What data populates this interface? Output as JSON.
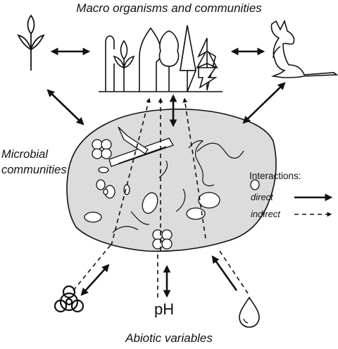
{
  "titles": {
    "macro": "Macro organisms and communities",
    "microbial_line1": "Microbial",
    "microbial_line2": "communities",
    "abiotic": "Abiotic  variables"
  },
  "legend": {
    "title": "Interactions:",
    "direct": "direct",
    "indirect": "indirect"
  },
  "abiotic": {
    "ph": "pH"
  },
  "icons": [
    "plant-icon",
    "trees-icon",
    "kangaroo-icon",
    "biohazard-icon",
    "water-drop-icon",
    "microbe-blob"
  ],
  "colors": {
    "blob_fill": "#dcdcdc",
    "stroke": "#111111",
    "background": "#ffffff"
  }
}
